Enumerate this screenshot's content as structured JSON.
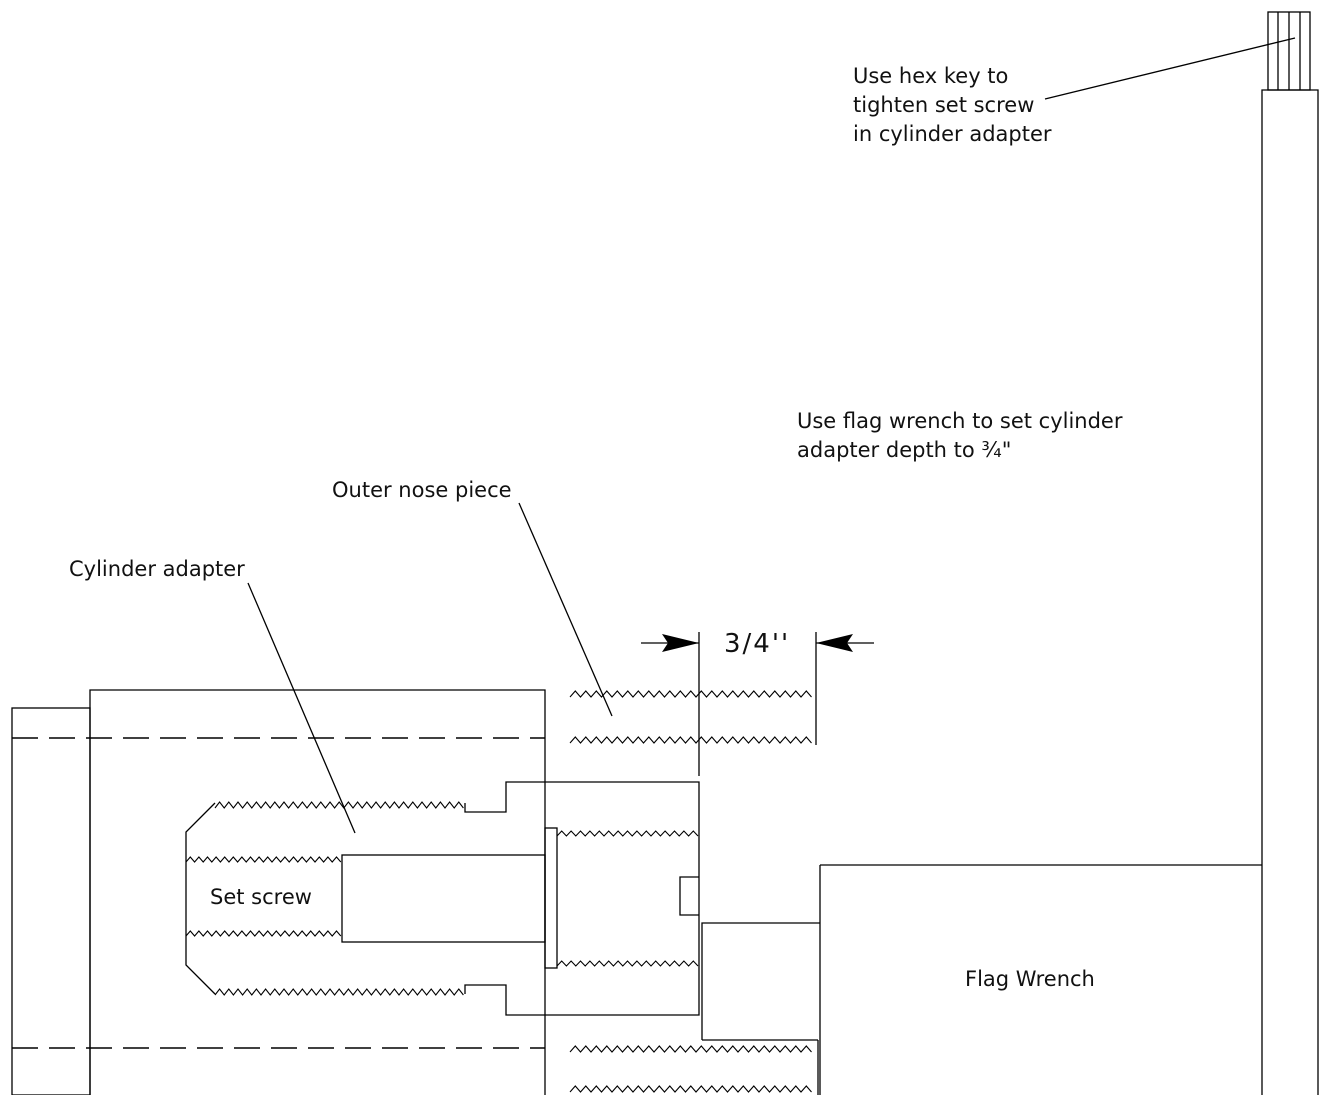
{
  "labels": {
    "hex_key_note": [
      "Use hex key to",
      "tighten set screw",
      "in cylinder adapter"
    ],
    "flag_wrench_note": [
      "Use flag wrench to set cylinder",
      "adapter depth to ¾\""
    ],
    "outer_nose_piece": "Outer nose piece",
    "cylinder_adapter": "Cylinder adapter",
    "set_screw": "Set screw",
    "flag_wrench": "Flag Wrench",
    "dimension": "3/4''"
  },
  "colors": {
    "line": "#000000",
    "background": "#ffffff"
  }
}
